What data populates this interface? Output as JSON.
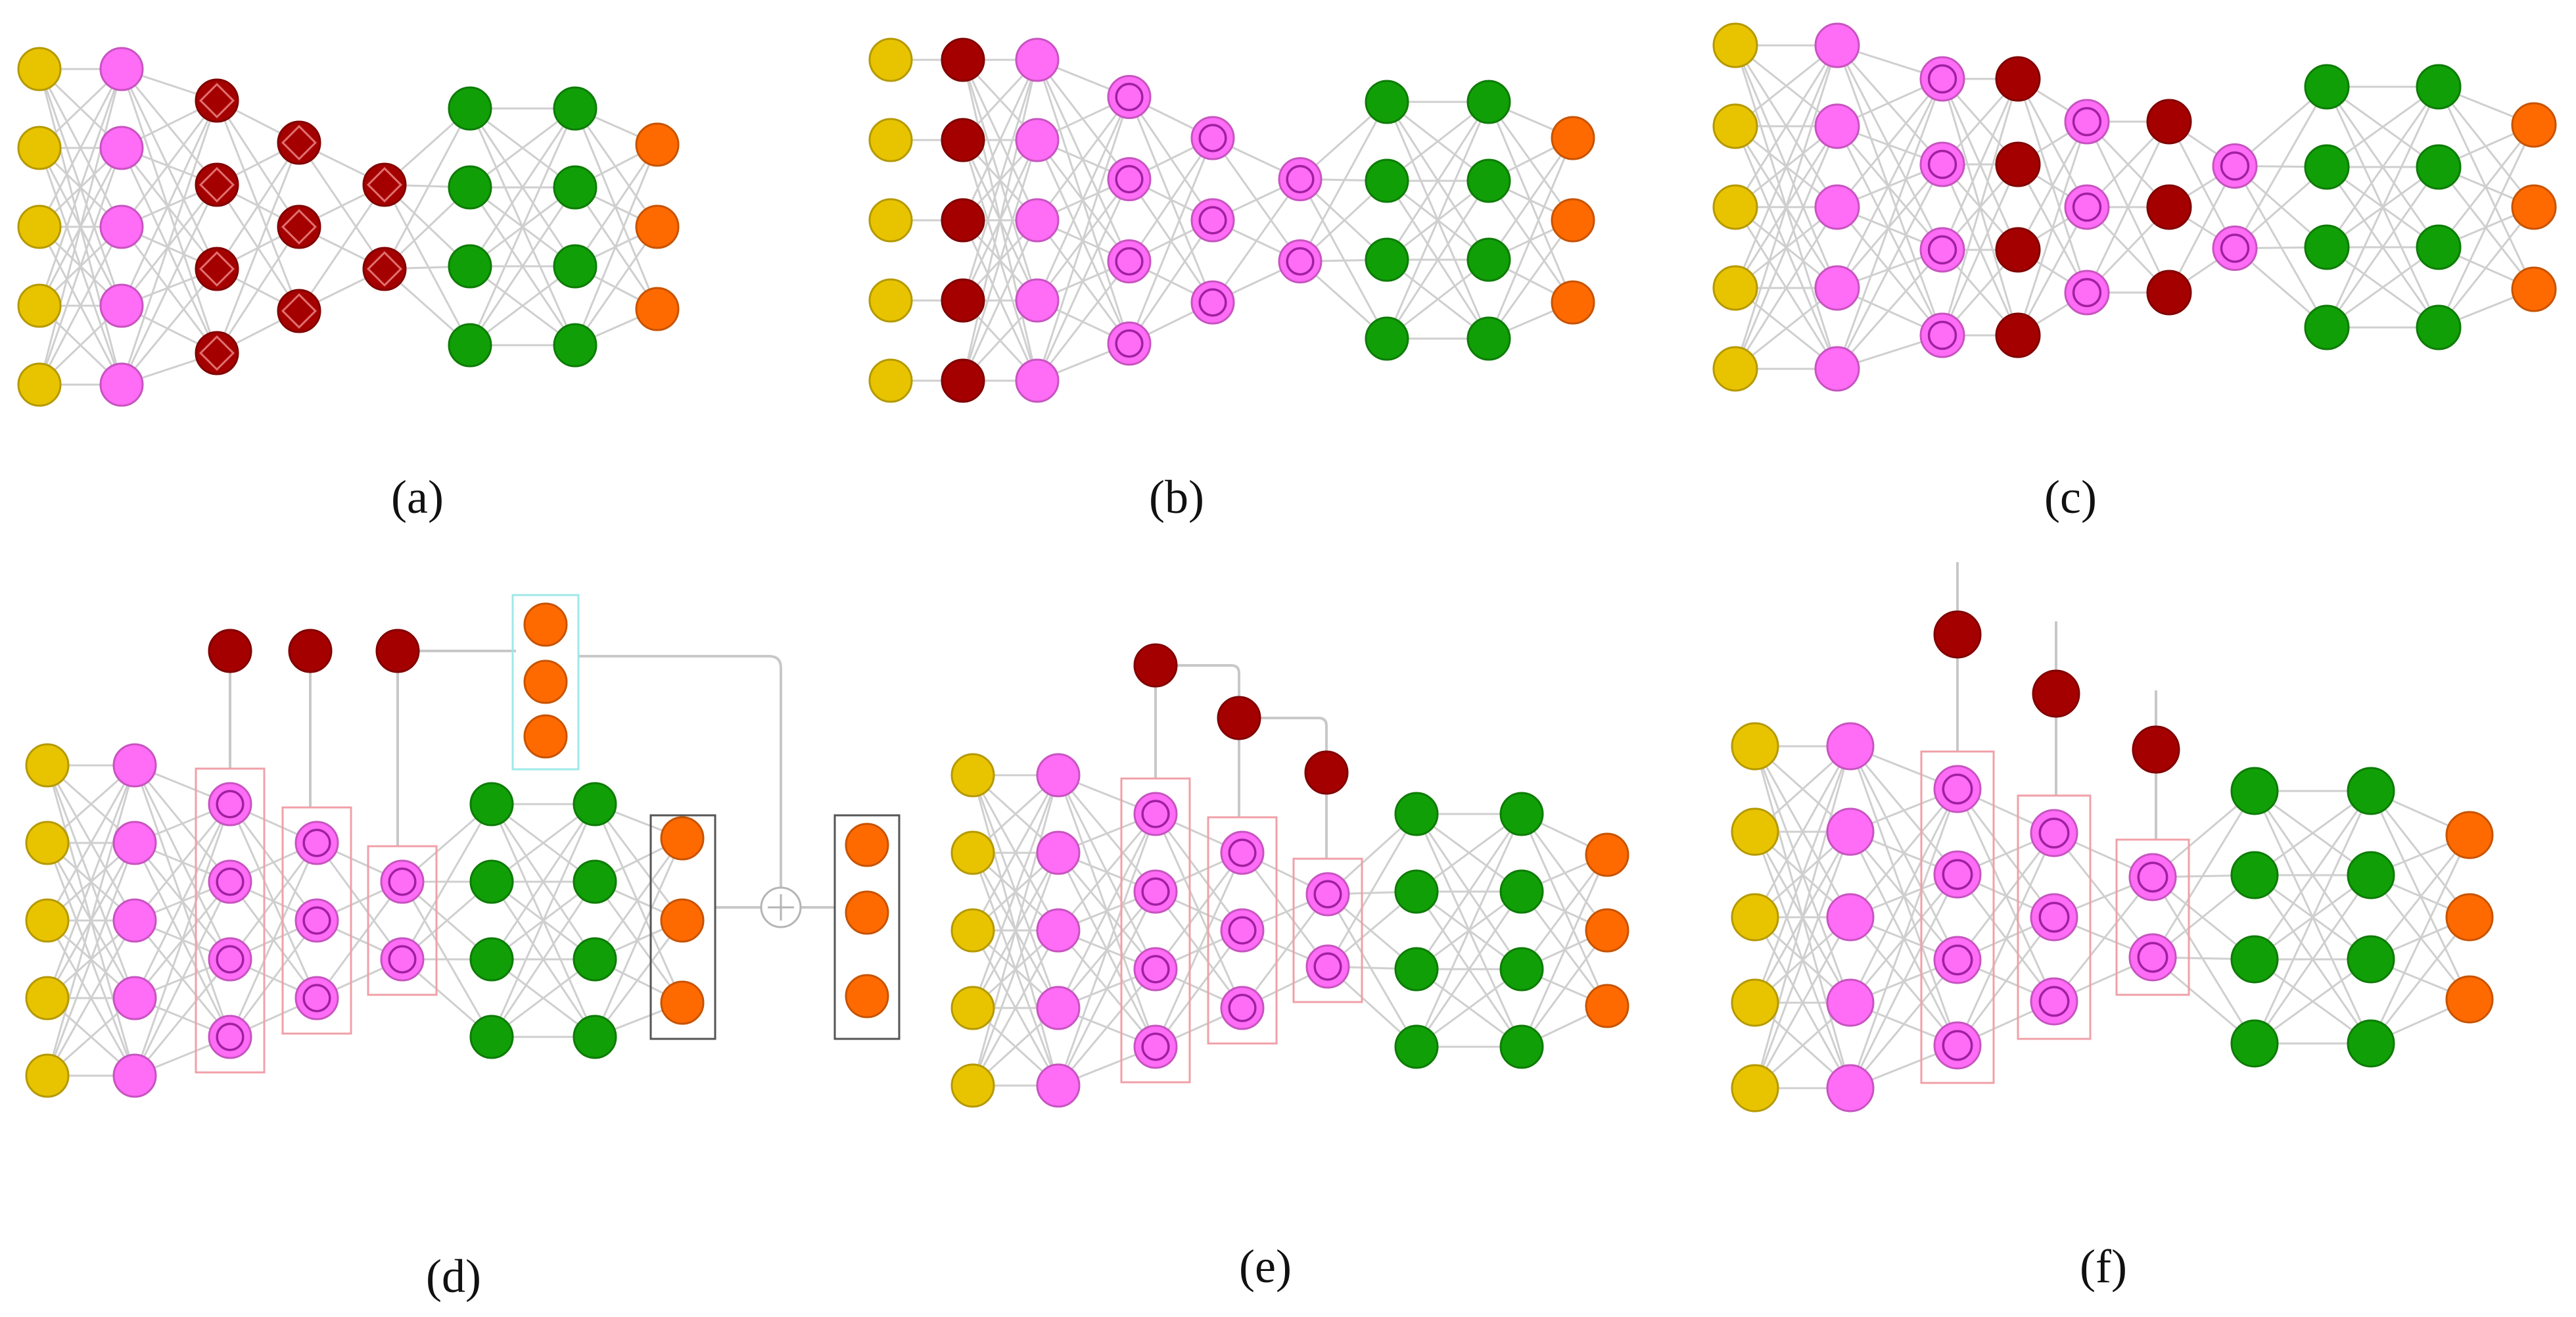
{
  "colors": {
    "input": "#e8c400",
    "pink": "#ff6cf6",
    "dark_red": "#a50000",
    "green": "#119f08",
    "orange": "#ff6a00",
    "edge": "#cfcfcf",
    "ring": "#a020a0",
    "box_pink": "#f0a0a8",
    "box_gray": "#555555"
  },
  "panels": [
    {
      "id": "a",
      "caption": "(a)"
    },
    {
      "id": "b",
      "caption": "(b)"
    },
    {
      "id": "c",
      "caption": "(c)"
    },
    {
      "id": "d",
      "caption": "(d)"
    },
    {
      "id": "e",
      "caption": "(e)"
    },
    {
      "id": "f",
      "caption": "(f)"
    }
  ]
}
